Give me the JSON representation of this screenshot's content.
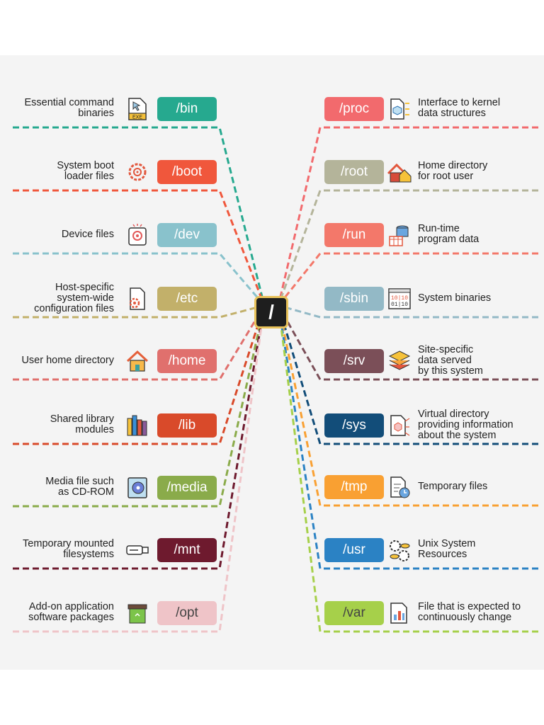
{
  "root": {
    "label": "/"
  },
  "left": [
    {
      "id": "bin",
      "label": "/bin",
      "desc": [
        "Essential command",
        "binaries"
      ],
      "color": "#26a98f",
      "text_color": "#ffffff",
      "icon": "exe-file-icon"
    },
    {
      "id": "boot",
      "label": "/boot",
      "desc": [
        "System boot",
        "loader files"
      ],
      "color": "#f0573c",
      "text_color": "#ffffff",
      "icon": "gear-target-icon"
    },
    {
      "id": "dev",
      "label": "/dev",
      "desc": [
        "Device files"
      ],
      "color": "#89c2cc",
      "text_color": "#ffffff",
      "icon": "device-icon"
    },
    {
      "id": "etc",
      "label": "/etc",
      "desc": [
        "Host-specific",
        "system-wide",
        "configuration files"
      ],
      "color": "#c2b06a",
      "text_color": "#ffffff",
      "icon": "config-file-icon"
    },
    {
      "id": "home",
      "label": "/home",
      "desc": [
        "User home directory"
      ],
      "color": "#e0706d",
      "text_color": "#ffffff",
      "icon": "house-icon"
    },
    {
      "id": "lib",
      "label": "/lib",
      "desc": [
        "Shared library",
        "modules"
      ],
      "color": "#d94a2a",
      "text_color": "#ffffff",
      "icon": "books-icon"
    },
    {
      "id": "media",
      "label": "/media",
      "desc": [
        "Media file such",
        "as CD-ROM"
      ],
      "color": "#8aab4a",
      "text_color": "#ffffff",
      "icon": "cd-icon"
    },
    {
      "id": "mnt",
      "label": "/mnt",
      "desc": [
        "Temporary mounted",
        "filesystems"
      ],
      "color": "#6e1a2e",
      "text_color": "#ffffff",
      "icon": "usb-drive-icon"
    },
    {
      "id": "opt",
      "label": "/opt",
      "desc": [
        "Add-on application",
        "software packages"
      ],
      "color": "#efc4c8",
      "text_color": "#444444",
      "icon": "package-box-icon"
    }
  ],
  "right": [
    {
      "id": "proc",
      "label": "/proc",
      "desc": [
        "Interface to kernel",
        "data structures"
      ],
      "color": "#f26a6d",
      "text_color": "#ffffff",
      "icon": "kernel-file-icon"
    },
    {
      "id": "root",
      "label": "/root",
      "desc": [
        "Home directory",
        "for root user"
      ],
      "color": "#b4b49a",
      "text_color": "#ffffff",
      "icon": "root-house-icon"
    },
    {
      "id": "run",
      "label": "/run",
      "desc": [
        "Run-time",
        "program data"
      ],
      "color": "#f3786a",
      "text_color": "#ffffff",
      "icon": "database-table-icon"
    },
    {
      "id": "sbin",
      "label": "/sbin",
      "desc": [
        "System binaries"
      ],
      "color": "#93b9c6",
      "text_color": "#ffffff",
      "icon": "binary-window-icon"
    },
    {
      "id": "srv",
      "label": "/srv",
      "desc": [
        "Site-specific",
        "data served",
        "by this system"
      ],
      "color": "#7b4f58",
      "text_color": "#ffffff",
      "icon": "layers-icon"
    },
    {
      "id": "sys",
      "label": "/sys",
      "desc": [
        "Virtual directory",
        "providing information",
        "about the system"
      ],
      "color": "#124d79",
      "text_color": "#ffffff",
      "icon": "system-file-icon"
    },
    {
      "id": "tmp",
      "label": "/tmp",
      "desc": [
        "Temporary files"
      ],
      "color": "#f9a032",
      "text_color": "#ffffff",
      "icon": "temp-file-clock-icon"
    },
    {
      "id": "usr",
      "label": "/usr",
      "desc": [
        "Unix System",
        "Resources"
      ],
      "color": "#2b82c4",
      "text_color": "#ffffff",
      "icon": "gears-coins-icon"
    },
    {
      "id": "var",
      "label": "/var",
      "desc": [
        "File that is expected to",
        "continuously change"
      ],
      "color": "#a6d04a",
      "text_color": "#444444",
      "icon": "chart-file-icon"
    }
  ]
}
